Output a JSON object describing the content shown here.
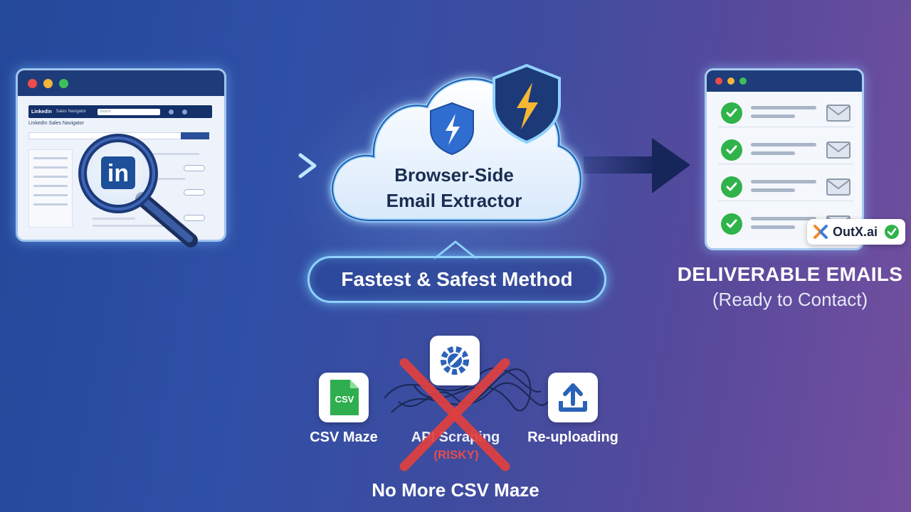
{
  "source_window": {
    "app_name": "Linkedin",
    "app_suffix": "Sales Navigator",
    "search_placeholder": "Search",
    "page_heading": "LinkedIn Sales Navigator",
    "brand_glyph": "in",
    "icons": [
      "magnifier-icon",
      "linkedin-logo-icon"
    ]
  },
  "process": {
    "title_line1": "Browser-Side",
    "title_line2": "Email Extractor",
    "method_label": "Fastest & Safest Method",
    "icons": [
      "cloud-icon",
      "shield-lightning-icon"
    ]
  },
  "output": {
    "rows": [
      {
        "status": "verified"
      },
      {
        "status": "verified"
      },
      {
        "status": "verified"
      },
      {
        "status": "verified"
      }
    ],
    "brand_badge": "OutX.ai",
    "title": "DELIVERABLE EMAILS",
    "subtitle": "(Ready to Contact)"
  },
  "old_methods": {
    "items": [
      {
        "label": "CSV Maze",
        "icon": "csv-file-icon",
        "tile_text": "CSV"
      },
      {
        "label": "API Scraping",
        "icon": "gear-wrench-icon",
        "note": "(RISKY)"
      },
      {
        "label": "Re-uploading",
        "icon": "upload-icon"
      }
    ],
    "footer": "No More CSV Maze"
  },
  "colors": {
    "accent_cyan": "#8fd2ff",
    "check_green": "#2fb34a",
    "cross_red": "#e0403f",
    "window_chrome": "#1f3c7a"
  }
}
